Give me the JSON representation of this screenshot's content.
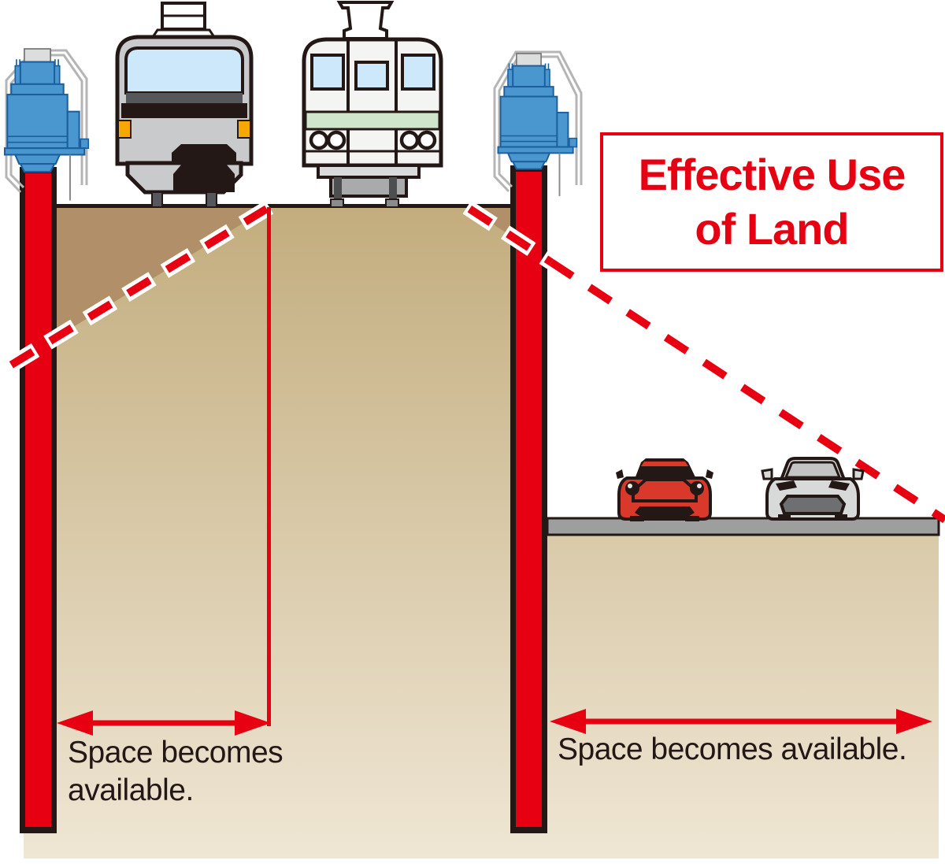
{
  "title_box": {
    "line1": "Effective Use",
    "line2": "of Land"
  },
  "annotations": {
    "left": {
      "line1": "Space becomes",
      "line2": "available."
    },
    "right": {
      "line1": "Space becomes available."
    }
  },
  "colors": {
    "accent_red": "#e60012",
    "ink": "#231815",
    "soil_top": "#c3ad7e",
    "soil_bottom": "#efe6d4",
    "soil_dark": "#b18f68",
    "machine_blue": "#4a97d0",
    "machine_blue_dark": "#1c5f9e",
    "tunnel_gray": "#b5b5b6",
    "platform_gray": "#9d9e9e",
    "train_silver": "#c9cacc",
    "train_white": "#f4f4f2",
    "stripe_green": "#cfe6cd",
    "window_blue": "#cde8fa",
    "orange": "#f6a800",
    "car_red": "#d8392b",
    "car_silver": "#d8d9d9"
  }
}
